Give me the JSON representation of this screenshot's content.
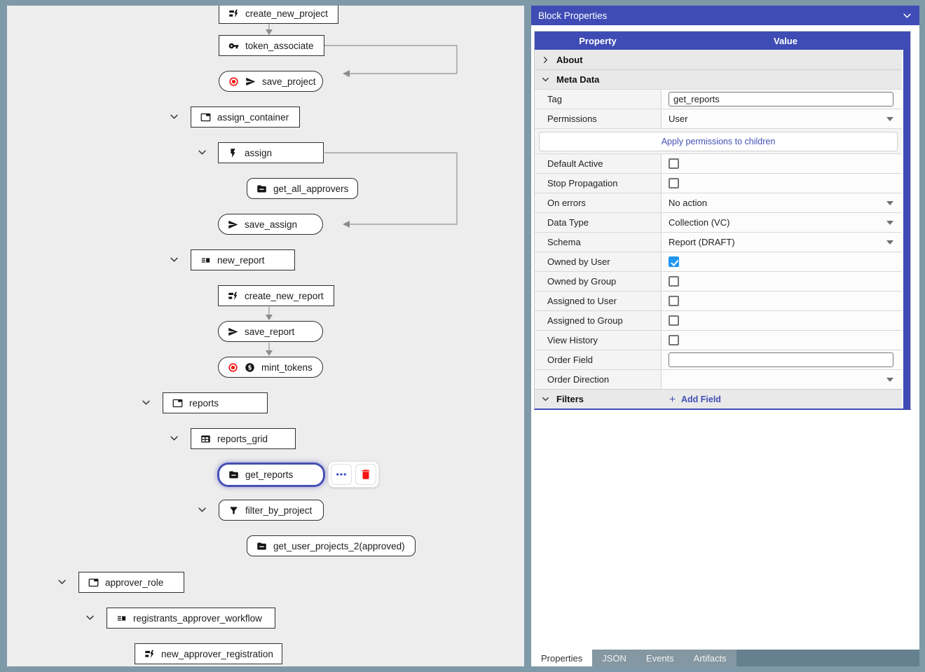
{
  "canvas": {
    "nodes": [
      {
        "label": "create_new_project"
      },
      {
        "label": "token_associate"
      },
      {
        "label": "save_project"
      },
      {
        "label": "assign_container"
      },
      {
        "label": "assign"
      },
      {
        "label": "get_all_approvers"
      },
      {
        "label": "save_assign"
      },
      {
        "label": "new_report"
      },
      {
        "label": "create_new_report"
      },
      {
        "label": "save_report"
      },
      {
        "label": "mint_tokens"
      },
      {
        "label": "reports"
      },
      {
        "label": "reports_grid"
      },
      {
        "label": "get_reports",
        "selected": true
      },
      {
        "label": "filter_by_project"
      },
      {
        "label": "get_user_projects_2(approved)"
      },
      {
        "label": "approver_role"
      },
      {
        "label": "registrants_approver_workflow"
      },
      {
        "label": "new_approver_registration"
      }
    ]
  },
  "properties_panel": {
    "title": "Block Properties",
    "header": {
      "property": "Property",
      "value": "Value"
    },
    "sections": {
      "about": "About",
      "meta": "Meta Data",
      "filters": "Filters"
    },
    "fields": {
      "tag": {
        "label": "Tag",
        "value": "get_reports"
      },
      "permissions": {
        "label": "Permissions",
        "value": "User"
      },
      "apply_children": {
        "label": "Apply permissions to children"
      },
      "default_active": {
        "label": "Default Active",
        "checked": false
      },
      "stop_propagation": {
        "label": "Stop Propagation",
        "checked": false
      },
      "on_errors": {
        "label": "On errors",
        "value": "No action"
      },
      "data_type": {
        "label": "Data Type",
        "value": "Collection (VC)"
      },
      "schema": {
        "label": "Schema",
        "value": "Report (DRAFT)"
      },
      "owned_by_user": {
        "label": "Owned by User",
        "checked": true
      },
      "owned_by_group": {
        "label": "Owned by Group",
        "checked": false
      },
      "assigned_to_user": {
        "label": "Assigned to User",
        "checked": false
      },
      "assigned_to_group": {
        "label": "Assigned to Group",
        "checked": false
      },
      "view_history": {
        "label": "View History",
        "checked": false
      },
      "order_field": {
        "label": "Order Field",
        "value": ""
      },
      "order_direction": {
        "label": "Order Direction",
        "value": ""
      }
    },
    "filters_action": {
      "label": "Add Field"
    },
    "tabs": [
      {
        "label": "Properties",
        "active": true
      },
      {
        "label": "JSON",
        "active": false
      },
      {
        "label": "Events",
        "active": false
      },
      {
        "label": "Artifacts",
        "active": false
      }
    ]
  },
  "colors": {
    "accent": "#3f4cb5",
    "link_blue": "#4150b5",
    "checkbox_checked": "#2196f3",
    "danger_red": "#f51313",
    "frame": "#7e99a8",
    "canvas_bg": "#ededed"
  }
}
